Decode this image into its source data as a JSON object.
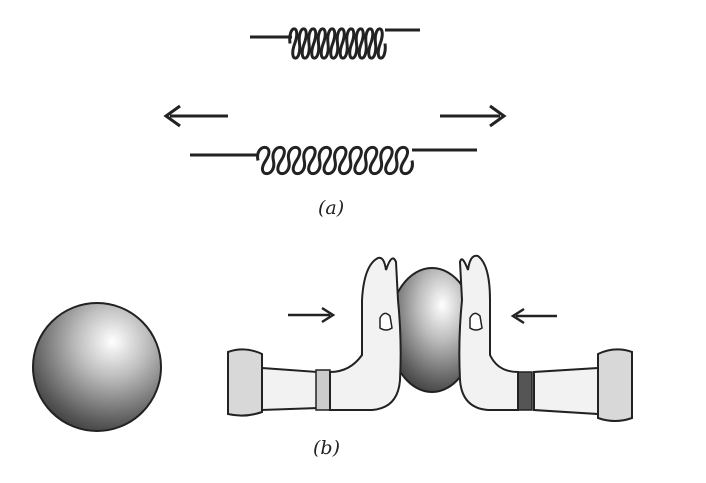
{
  "figure": {
    "part_a_label": "(a)",
    "part_b_label": "(b)"
  },
  "colors": {
    "ink": "#222222",
    "skin": "#f2f2f2",
    "sleeve": "#d8d8d8"
  },
  "springs": {
    "relaxed_coils": 10,
    "stretched_coils": 10
  }
}
